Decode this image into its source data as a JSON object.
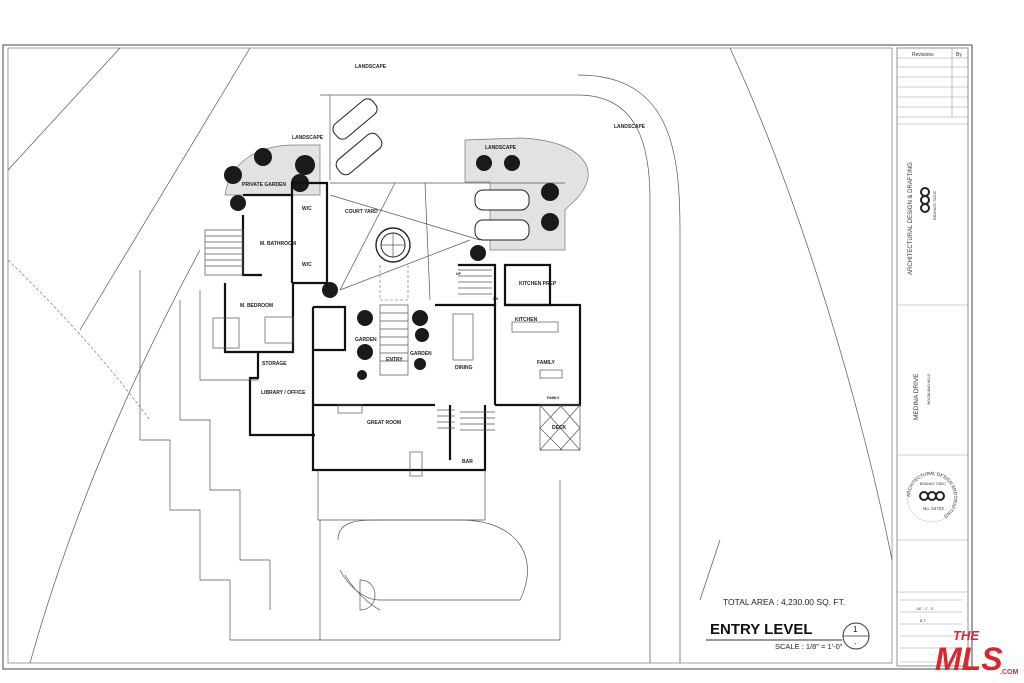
{
  "sheet": {
    "title": "ENTRY LEVEL",
    "sheet_number": "1",
    "sheet_sub": "-",
    "scale": "SCALE : 1/8\" = 1'-0\"",
    "total_area": "TOTAL AREA : 4,230.00 SQ. FT."
  },
  "rooms": {
    "landscape_top": "LANDSCAPE",
    "landscape_left": "LANDSCAPE",
    "landscape_right": "LANDSCAPE",
    "landscape_gravel": "LANDSCAPE",
    "private_garden": "PRIVATE GARDEN",
    "wc_1": "W/C",
    "wc_2": "W/C",
    "court_yard": "COURT YARD",
    "m_bathroom": "M. BATHROOM",
    "m_bedroom": "M. BEDROOM",
    "kitchen_prep": "KITCHEN PREP",
    "kitchen": "KITCHEN",
    "garden_1": "GARDEN",
    "garden_2": "GARDEN",
    "entry": "ENTRY",
    "dining": "DINING",
    "family": "FAMILY",
    "family_small": "FAMILY",
    "storage": "STORAGE",
    "library_office": "LIBRARY / OFFICE",
    "great_room": "GREAT ROOM",
    "deck": "DECK",
    "bar": "BAR",
    "up": "UP",
    "dn": "DN"
  },
  "title_block": {
    "revisions": "Revisions",
    "by": "By",
    "firm": "ARCHITECTURAL DESIGN & DRAFTING",
    "designer": "BRANKO TADIC",
    "project": "MEDINA DRIVE",
    "location": "WOODLAND HILLS",
    "stamp_ring": "ARCHITECTURAL DESIGN AND DRAFTING",
    "stamp_name": "BRANKO TADIC",
    "stamp_number": "No. 24723",
    "scale_value": "1/8\" : 1' - 0\"",
    "drawn_by": "B.T."
  },
  "watermark": {
    "the": "THE",
    "mls": "MLS",
    "com": ".COM",
    "color": "#d7282f"
  }
}
